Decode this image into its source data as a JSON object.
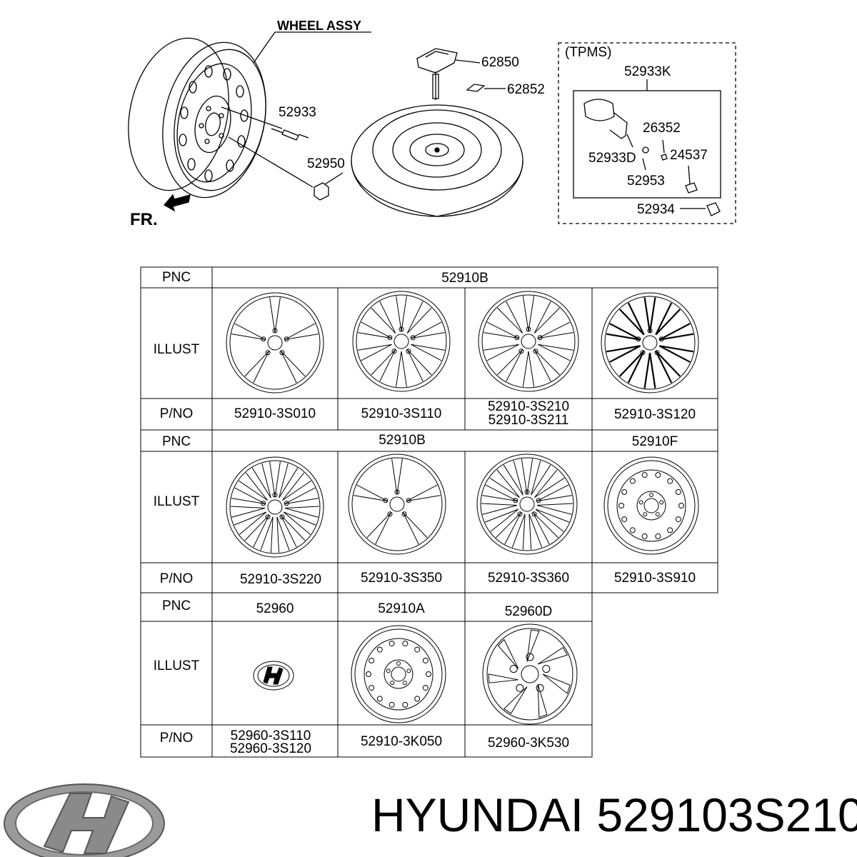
{
  "assembly": {
    "wheel_assy_label": "WHEEL ASSY",
    "front_label": "FR.",
    "callouts": {
      "valve": "52933",
      "nut": "52950",
      "cap_top": "62850",
      "small_part": "62852"
    }
  },
  "tpms": {
    "title": "(TPMS)",
    "kit": "52933K",
    "sensor": "52933D",
    "part_26352": "26352",
    "part_24537": "24537",
    "part_52953": "52953",
    "part_52934": "52934"
  },
  "table": {
    "row_labels": {
      "pnc": "PNC",
      "illust": "ILLUST",
      "pno": "P/NO"
    },
    "section1": {
      "pnc": "52910B",
      "parts": [
        {
          "pno": "52910-3S010",
          "icon": "alloy-wheel-5-spoke-icon"
        },
        {
          "pno": "52910-3S110",
          "icon": "alloy-wheel-split-spoke-icon"
        },
        {
          "pno": "52910-3S210",
          "pno2": "52910-3S211",
          "icon": "alloy-wheel-split-spoke-icon"
        },
        {
          "pno": "52910-3S120",
          "icon": "alloy-wheel-dark-spoke-icon"
        }
      ]
    },
    "section2": {
      "pnc_a": "52910B",
      "pnc_b": "52910F",
      "parts": [
        {
          "pno": "52910-3S220",
          "icon": "alloy-wheel-multi-spoke-icon"
        },
        {
          "pno": "52910-3S350",
          "icon": "alloy-wheel-5-spoke-icon"
        },
        {
          "pno": "52910-3S360",
          "icon": "alloy-wheel-multi-spoke-icon"
        },
        {
          "pno": "52910-3S910",
          "icon": "steel-wheel-icon"
        }
      ]
    },
    "section3": {
      "parts": [
        {
          "pnc": "52960",
          "pno": "52960-3S110",
          "pno2": "52960-3S120",
          "icon": "hub-cap-emblem-icon"
        },
        {
          "pnc": "52910A",
          "pno": "52910-3K050",
          "icon": "steel-wheel-icon"
        },
        {
          "pnc": "52960D",
          "pno": "52960-3K530",
          "icon": "wheel-cover-icon"
        }
      ]
    }
  },
  "footer": {
    "brand": "HYUNDAI",
    "part_number": "529103S210"
  }
}
